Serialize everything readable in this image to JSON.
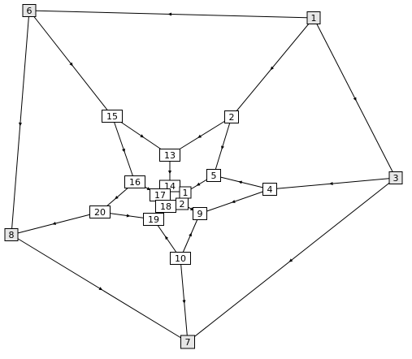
{
  "graph": {
    "colors": {
      "edge": "#000000",
      "outer_node_fill": "#e6e6e6",
      "inner_node_fill": "#ffffff",
      "node_border": "#000000",
      "label": "#000000"
    },
    "nodes": [
      {
        "id": "1",
        "label": "1",
        "style": "outer"
      },
      {
        "id": "2",
        "label": "2",
        "style": "inner"
      },
      {
        "id": "3",
        "label": "3",
        "style": "outer"
      },
      {
        "id": "4",
        "label": "4",
        "style": "inner"
      },
      {
        "id": "5",
        "label": "5",
        "style": "inner"
      },
      {
        "id": "6",
        "label": "6",
        "style": "outer"
      },
      {
        "id": "7",
        "label": "7",
        "style": "outer"
      },
      {
        "id": "8",
        "label": "8",
        "style": "outer"
      },
      {
        "id": "9",
        "label": "9",
        "style": "inner"
      },
      {
        "id": "10",
        "label": "10",
        "style": "inner"
      },
      {
        "id": "11",
        "label": "1",
        "style": "inner"
      },
      {
        "id": "12",
        "label": "2",
        "style": "inner"
      },
      {
        "id": "13",
        "label": "13",
        "style": "inner"
      },
      {
        "id": "14",
        "label": "14",
        "style": "inner"
      },
      {
        "id": "15",
        "label": "15",
        "style": "inner"
      },
      {
        "id": "16",
        "label": "16",
        "style": "inner"
      },
      {
        "id": "17",
        "label": "17",
        "style": "inner"
      },
      {
        "id": "18",
        "label": "18",
        "style": "inner"
      },
      {
        "id": "19",
        "label": "19",
        "style": "inner"
      },
      {
        "id": "20",
        "label": "20",
        "style": "inner"
      }
    ],
    "edges": [
      {
        "from": "1",
        "to": "6"
      },
      {
        "from": "1",
        "to": "2"
      },
      {
        "from": "1",
        "to": "3"
      },
      {
        "from": "6",
        "to": "8"
      },
      {
        "from": "6",
        "to": "15"
      },
      {
        "from": "3",
        "to": "4"
      },
      {
        "from": "3",
        "to": "7"
      },
      {
        "from": "8",
        "to": "7"
      },
      {
        "from": "20",
        "to": "8"
      },
      {
        "from": "2",
        "to": "13"
      },
      {
        "from": "2",
        "to": "5"
      },
      {
        "from": "15",
        "to": "13"
      },
      {
        "from": "15",
        "to": "16"
      },
      {
        "from": "13",
        "to": "14"
      },
      {
        "from": "4",
        "to": "5"
      },
      {
        "from": "4",
        "to": "9"
      },
      {
        "from": "5",
        "to": "11"
      },
      {
        "from": "16",
        "to": "20"
      },
      {
        "from": "16",
        "to": "17"
      },
      {
        "from": "12",
        "to": "9"
      },
      {
        "from": "20",
        "to": "19"
      },
      {
        "from": "10",
        "to": "19"
      },
      {
        "from": "10",
        "to": "9"
      },
      {
        "from": "10",
        "to": "7"
      }
    ]
  }
}
